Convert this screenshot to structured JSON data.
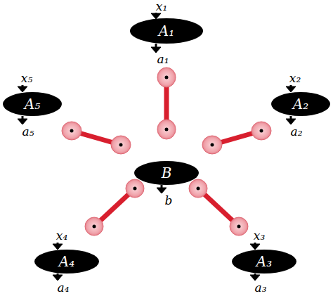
{
  "diagram": {
    "nodes": [
      {
        "text": [
          "A₁"
        ]
      },
      {
        "text": [
          "A₅"
        ]
      },
      {
        "text": [
          "A₂"
        ]
      },
      {
        "text": [
          "B"
        ]
      },
      {
        "text": [
          "A₄"
        ]
      },
      {
        "text": [
          "A₃"
        ]
      }
    ],
    "labels": [
      "x₁",
      "a₁",
      "x₅",
      "x₂",
      "a₅",
      "a₂",
      "b",
      "x₄",
      "x₃",
      "a₄",
      "a₃"
    ]
  }
}
